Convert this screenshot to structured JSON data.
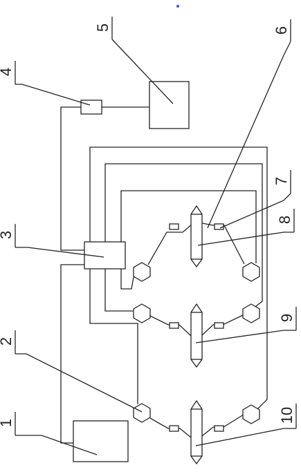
{
  "labels": {
    "l1": "1",
    "l2": "2",
    "l3": "3",
    "l4": "4",
    "l5": "5",
    "l6": "6",
    "l7": "7",
    "l8": "8",
    "l9": "9",
    "l10": "10"
  },
  "colors": {
    "line": "#222222",
    "dot": "#3355cc",
    "background": "#ffffff"
  }
}
